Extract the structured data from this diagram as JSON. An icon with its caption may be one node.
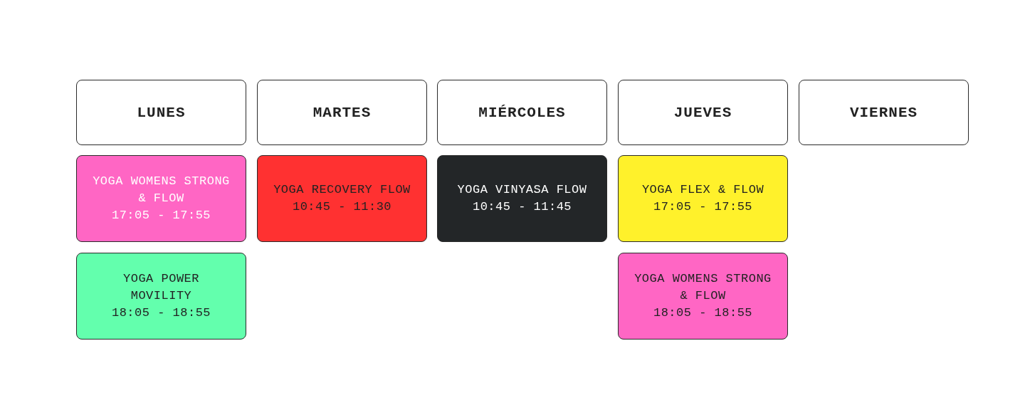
{
  "diagram": {
    "nodes": [
      {
        "text": [
          "LUNES"
        ]
      },
      {
        "text": [
          "MARTES"
        ]
      },
      {
        "text": [
          "MIÉRCOLES"
        ]
      },
      {
        "text": [
          "JUEVES"
        ]
      },
      {
        "text": [
          "VIERNES"
        ]
      },
      {
        "text": [
          "YOGA WOMENS STRONG & FLOW",
          "17:05 - 17:55"
        ]
      },
      {
        "text": [
          "YOGA RECOVERY FLOW",
          "10:45 - 11:30"
        ]
      },
      {
        "text": [
          "YOGA VINYASA FLOW",
          "10:45 - 11:45"
        ]
      },
      {
        "text": [
          "YOGA FLEX & FLOW",
          "17:05 - 17:55"
        ]
      },
      {
        "text": [
          "YOGA POWER MOVILITY",
          "18:05 - 18:55"
        ]
      },
      {
        "text": [
          "YOGA WOMENS STRONG & FLOW",
          "18:05 - 18:55"
        ]
      }
    ]
  }
}
